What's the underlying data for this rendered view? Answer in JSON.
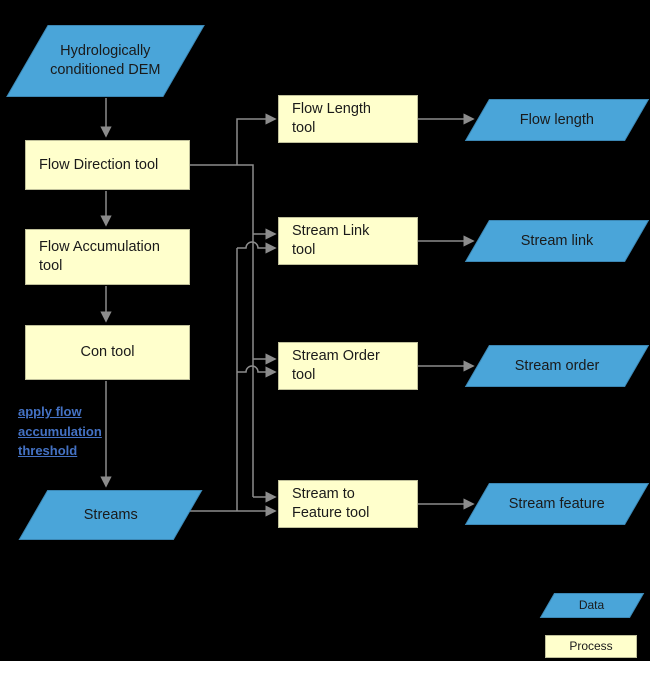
{
  "colors": {
    "background": "#000000",
    "page": "#ffffff",
    "data_fill": "#4aa5d9",
    "data_border": "#3c87b4",
    "process_fill": "#ffffcc",
    "process_border": "#c0c09a",
    "line": "#8c8c8c",
    "annotation": "#4472c4"
  },
  "nodes": {
    "dem": {
      "label": "Hydrologically\nconditioned DEM",
      "type": "data"
    },
    "flow_direction": {
      "label": "Flow Direction tool",
      "type": "process"
    },
    "flow_accumulation": {
      "label": "Flow Accumulation\ntool",
      "type": "process"
    },
    "con": {
      "label": "Con tool",
      "type": "process"
    },
    "streams": {
      "label": "Streams",
      "type": "data"
    },
    "flow_length_tool": {
      "label": "Flow Length\ntool",
      "type": "process"
    },
    "flow_length": {
      "label": "Flow length",
      "type": "data"
    },
    "stream_link_tool": {
      "label": "Stream Link\ntool",
      "type": "process"
    },
    "stream_link": {
      "label": "Stream link",
      "type": "data"
    },
    "stream_order_tool": {
      "label": "Stream Order\ntool",
      "type": "process"
    },
    "stream_order": {
      "label": "Stream order",
      "type": "data"
    },
    "stream_to_feature_tool": {
      "label": "Stream to\nFeature tool",
      "type": "process"
    },
    "stream_feature": {
      "label": "Stream feature",
      "type": "data"
    }
  },
  "annotation": "apply flow accumulation threshold",
  "edges": [
    {
      "from": "dem",
      "to": "flow_direction"
    },
    {
      "from": "flow_direction",
      "to": "flow_accumulation"
    },
    {
      "from": "flow_accumulation",
      "to": "con"
    },
    {
      "from": "con",
      "to": "streams",
      "label": "apply flow accumulation threshold"
    },
    {
      "from": "flow_direction",
      "to": "flow_length_tool"
    },
    {
      "from": "flow_direction",
      "to": "stream_link_tool"
    },
    {
      "from": "flow_direction",
      "to": "stream_order_tool"
    },
    {
      "from": "flow_direction",
      "to": "stream_to_feature_tool"
    },
    {
      "from": "streams",
      "to": "stream_link_tool"
    },
    {
      "from": "streams",
      "to": "stream_order_tool"
    },
    {
      "from": "streams",
      "to": "stream_to_feature_tool"
    },
    {
      "from": "flow_length_tool",
      "to": "flow_length"
    },
    {
      "from": "stream_link_tool",
      "to": "stream_link"
    },
    {
      "from": "stream_order_tool",
      "to": "stream_order"
    },
    {
      "from": "stream_to_feature_tool",
      "to": "stream_feature"
    }
  ],
  "legend": {
    "data_label": "Data",
    "process_label": "Process"
  }
}
